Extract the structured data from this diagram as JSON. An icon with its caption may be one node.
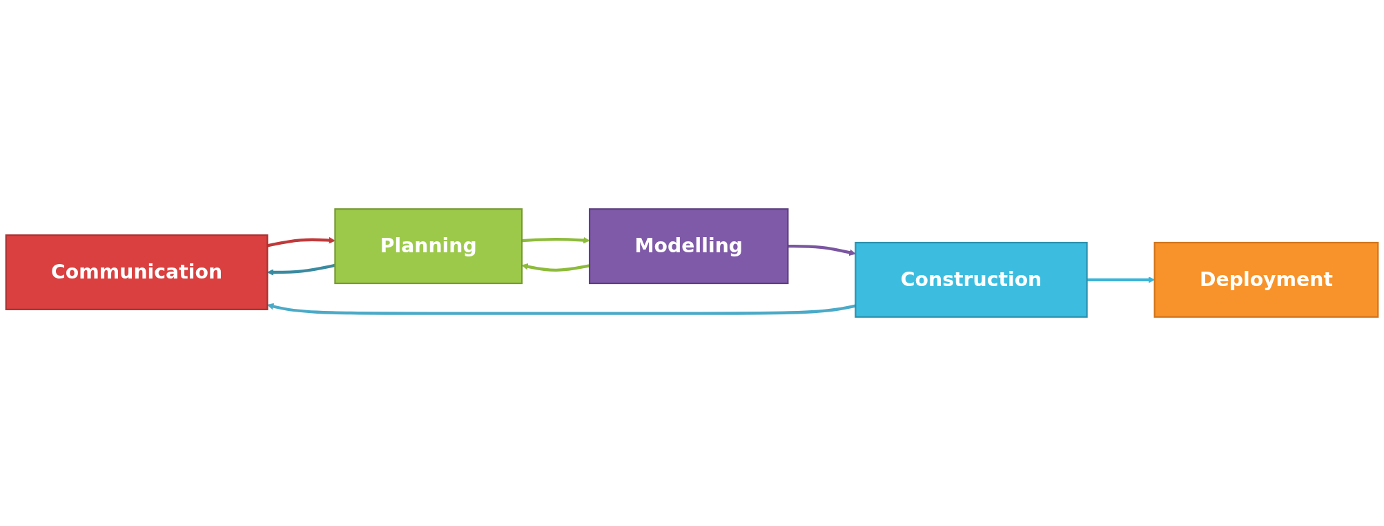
{
  "diagram": {
    "nodes": [
      {
        "text": [
          "Communication"
        ]
      },
      {
        "text": [
          "Planning"
        ]
      },
      {
        "text": [
          "Modelling"
        ]
      },
      {
        "text": [
          "Construction"
        ]
      },
      {
        "text": [
          "Deployment"
        ]
      }
    ],
    "edges": [
      {
        "from": 0,
        "to": 1,
        "arrow": "to",
        "color": "#c0393a"
      },
      {
        "from": 1,
        "to": 2,
        "arrow": "to",
        "color": "#8dbb3a"
      },
      {
        "from": 2,
        "to": 3,
        "arrow": "to",
        "color": "#7a55a0"
      },
      {
        "from": 3,
        "to": 4,
        "arrow": "to",
        "color": "#3ab4d8"
      },
      {
        "from": 2,
        "to": 1,
        "arrow": "to",
        "color": "#8dbb3a"
      },
      {
        "from": 1,
        "to": 0,
        "arrow": "to",
        "color": "#3a8aa0"
      },
      {
        "from": 3,
        "to": 0,
        "arrow": "to",
        "color": "#4aaac8"
      }
    ]
  }
}
